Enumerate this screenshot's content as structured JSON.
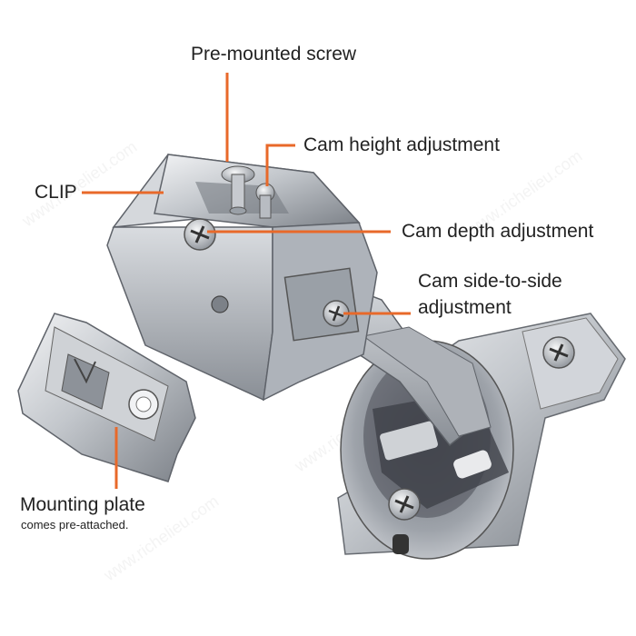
{
  "labels": {
    "pre_mounted_screw": "Pre-mounted screw",
    "cam_height": "Cam height adjustment",
    "clip": "CLIP",
    "cam_depth": "Cam depth adjustment",
    "cam_side_line1": "Cam side-to-side",
    "cam_side_line2": "adjustment",
    "mounting_plate": "Mounting plate",
    "mounting_plate_note": "comes pre-attached."
  },
  "colors": {
    "leader": "#e8692a",
    "text": "#222222",
    "metal_light": "#e4e6e9",
    "metal_mid": "#b7bbc1",
    "metal_dark": "#6d7279",
    "plastic": "#5a5d66"
  }
}
